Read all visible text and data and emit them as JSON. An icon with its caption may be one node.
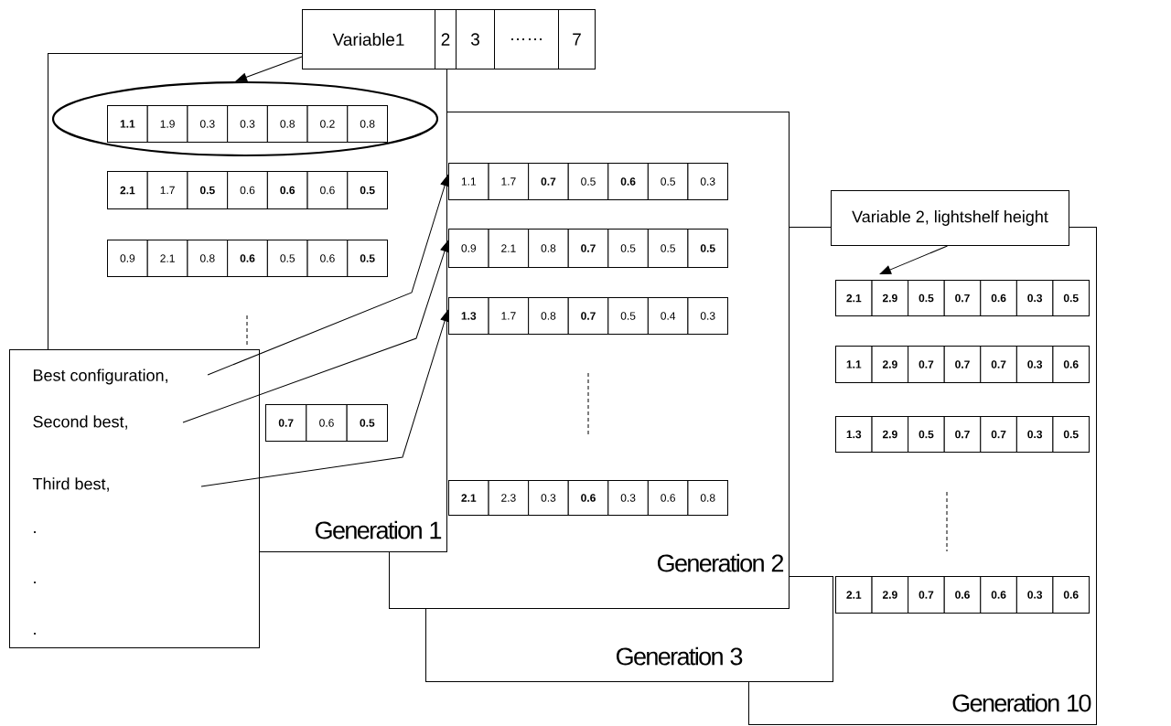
{
  "diagram": {
    "nodes": [
      {
        "text": [
          "Variable1",
          "2",
          "3",
          "……",
          "7"
        ]
      },
      {
        "text": [
          "Generation 1"
        ]
      },
      {
        "text": [],
        "shape": "ellipse",
        "in": 1
      },
      {
        "text": [
          "**1.1**",
          "1.9",
          "0.3",
          "0.3",
          "0.8",
          "0.2",
          "0.8"
        ],
        "in": 2
      },
      {
        "text": [
          "**2.1**",
          "1.7",
          "**0.5**",
          "0.6",
          "**0.6**",
          "0.6",
          "**0.5**"
        ],
        "in": 1
      },
      {
        "text": [
          "0.9",
          "2.1",
          "0.8",
          "**0.6**",
          "0.5",
          "0.6",
          "**0.5**"
        ],
        "in": 1
      },
      {
        "text": [
          "**0.7**",
          "0.6",
          "**0.5**"
        ],
        "in": 1
      },
      {
        "text": [
          "Generation 2"
        ]
      },
      {
        "text": [
          "1.1",
          "1.7",
          "**0.7**",
          "0.5",
          "**0.6**",
          "0.5",
          "0.3"
        ],
        "in": 7
      },
      {
        "text": [
          "0.9",
          "2.1",
          "0.8",
          "**0.7**",
          "0.5",
          "0.5",
          "**0.5**"
        ],
        "in": 7
      },
      {
        "text": [
          "**1.3**",
          "1.7",
          "0.8",
          "**0.7**",
          "0.5",
          "0.4",
          "0.3"
        ],
        "in": 7
      },
      {
        "text": [
          "**2.1**",
          "2.3",
          "0.3",
          "**0.6**",
          "0.3",
          "0.6",
          "0.8"
        ],
        "in": 7
      },
      {
        "text": [
          "Generation 3"
        ]
      },
      {
        "text": [
          "Generation 10"
        ]
      },
      {
        "text": [
          "**2.1**",
          "**2.9**",
          "**0.5**",
          "**0.7**",
          "**0.6**",
          "**0.3**",
          "**0.5**"
        ],
        "in": 13
      },
      {
        "text": [
          "**1.1**",
          "**2.9**",
          "**0.7**",
          "**0.7**",
          "**0.7**",
          "**0.3**",
          "**0.6**"
        ],
        "in": 13
      },
      {
        "text": [
          "**1.3**",
          "**2.9**",
          "**0.5**",
          "**0.7**",
          "**0.7**",
          "**0.3**",
          "**0.5**"
        ],
        "in": 13
      },
      {
        "text": [
          "**2.1**",
          "**2.9**",
          "**0.7**",
          "**0.6**",
          "**0.6**",
          "**0.3**",
          "**0.6**"
        ],
        "in": 13
      },
      {
        "text": [
          "Best configuration,",
          "Second best,",
          "Third best,",
          ".",
          ".",
          "."
        ]
      },
      {
        "text": [
          "Variable 2, lightshelf height"
        ]
      }
    ],
    "edges": [
      {
        "from": 0,
        "to": 2,
        "arrow": "to"
      },
      {
        "from": 18,
        "to": 8,
        "arrow": "to"
      },
      {
        "from": 18,
        "to": 9,
        "arrow": "to"
      },
      {
        "from": 18,
        "to": 10,
        "arrow": "to"
      },
      {
        "from": 19,
        "to": 14,
        "arrow": "to"
      }
    ]
  }
}
